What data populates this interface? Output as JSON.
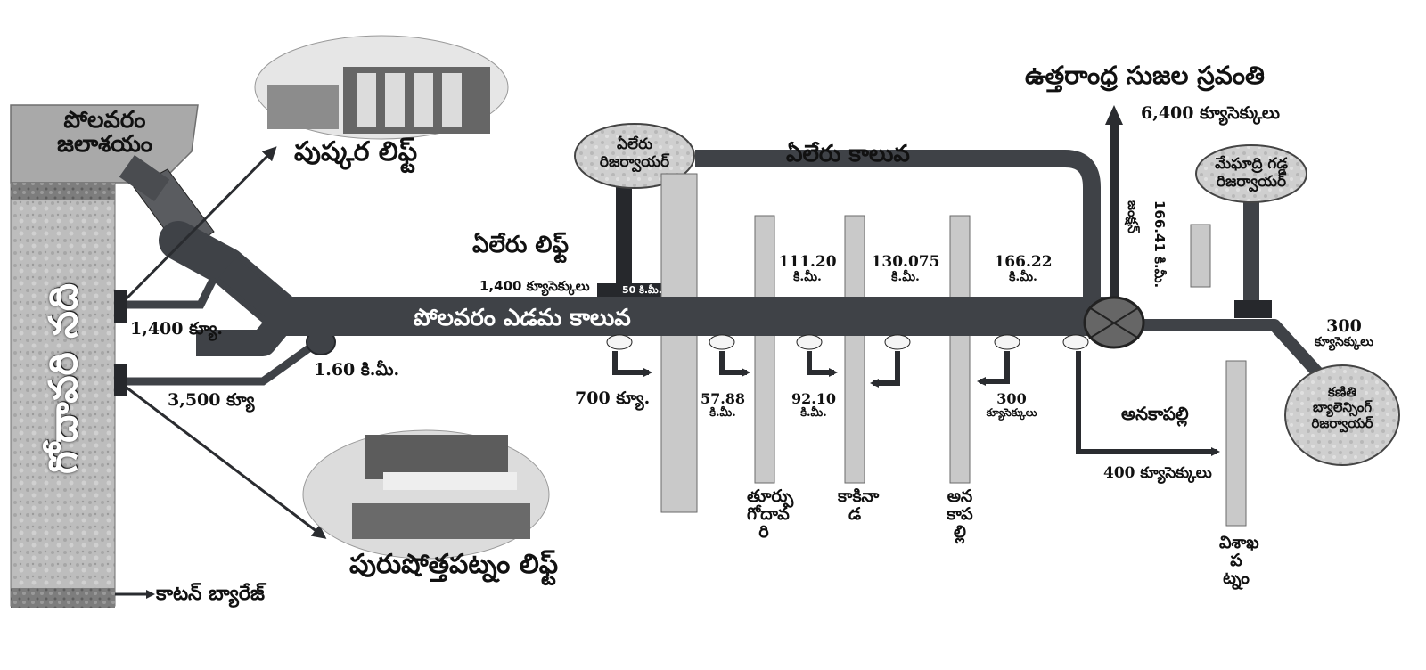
{
  "reservoir": {
    "line1": "పోలవరం",
    "line2": "జలాశయం"
  },
  "river": "గోదావరి నది",
  "lifts": {
    "pushkara": "పుష్కర లిఫ్ట్",
    "purushottapatnam": "పురుషోత్తపట్నం లిఫ్ట్",
    "yeleru": "ఏలేరు లిఫ్ట్",
    "yeleru_flow": "1,400 క్యూసెక్కులు",
    "yeleru_km": "50 కి.మీ."
  },
  "pipes": {
    "upper": "1,400 క్యూ.",
    "lower": "3,500 క్యూ",
    "junction_km": "1.60 కి.మీ."
  },
  "canal": {
    "name": "పోలవరం ఎడమ కాలువ",
    "yeleru_canal": "ఏలేరు కాలువ"
  },
  "cotton_barrage": "కాటన్ బ్యారేజ్",
  "yeleru_reservoir": {
    "line1": "ఏలేరు",
    "line2": "రిజర్వాయర్"
  },
  "outlets": [
    {
      "flow": "700 క్యూ."
    },
    {
      "km1": "57.88",
      "km2": "కి.మీ."
    },
    {
      "km1": "92.10",
      "km2": "కి.మీ."
    },
    {
      "flow1": "300",
      "flow2": "క్యూసెక్కులు"
    }
  ],
  "chainage": [
    {
      "km1": "111.20",
      "km2": "కి.మీ."
    },
    {
      "km1": "130.075",
      "km2": "కి.మీ."
    },
    {
      "km1": "166.22",
      "km2": "కి.మీ."
    }
  ],
  "districts": [
    "తూర్పు గోదావరి",
    "కాకినాడ",
    "అనకాపల్లి",
    "విశాఖపట్నం"
  ],
  "districts_display": [
    "తూర్పు గోదావరి",
    "కాకినాడ",
    "అనకాపల్లి"
  ],
  "uttarandhra": {
    "title": "ఉత్తరాంధ్ర సుజల స్రవంతి",
    "flow": "6,400 క్యూసెక్కులు"
  },
  "junction": {
    "name": "జంక్షన్",
    "km": "166.41 కి.మీ."
  },
  "anakapalli": {
    "name": "అనకాపల్లి",
    "flow": "400 క్యూసెక్కులు"
  },
  "meghadri": {
    "line1": "మేఘాద్రి గడ్డ",
    "line2": "రిజర్వాయర్"
  },
  "kaniti": {
    "line1": "కణితి",
    "line2": "బ్యాలెన్సింగ్",
    "line3": "రిజర్వాయర్",
    "flow1": "300",
    "flow2": "క్యూసెక్కులు"
  },
  "colors": {
    "pipe": "#3f4247",
    "pipe_dark": "#26282c",
    "node": "#f5f5f5",
    "bar": "#c7c7c7",
    "bar_edge": "#6a6a6a"
  }
}
